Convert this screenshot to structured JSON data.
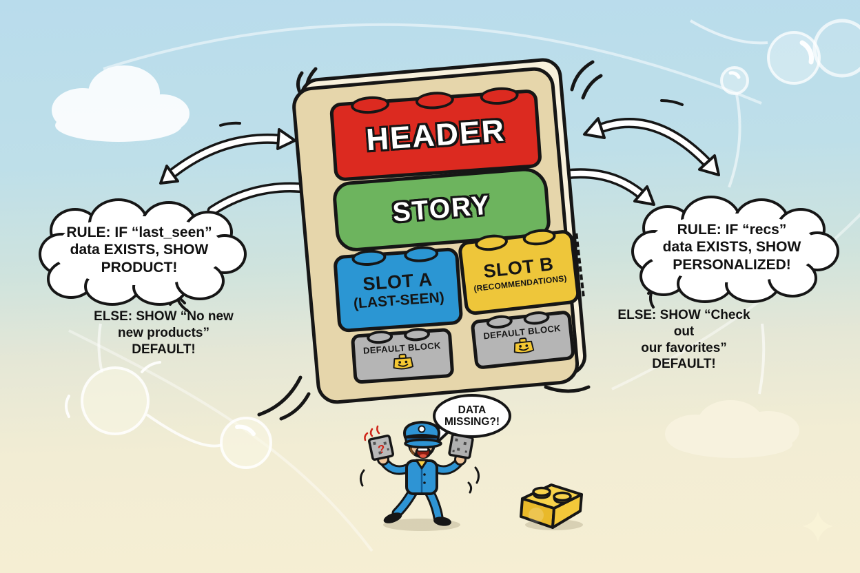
{
  "panel": {
    "blocks": {
      "header": {
        "label": "HEADER",
        "color": "#dc2a20"
      },
      "story": {
        "label": "STORY",
        "color": "#6db45e"
      },
      "slot_a": {
        "label": "SLOT A",
        "sublabel": "(LAST-SEEN)",
        "color": "#2b96d3"
      },
      "slot_b": {
        "label": "SLOT B",
        "sublabel": "(RECOMMENDATIONS)",
        "color": "#eec63a"
      },
      "default_left": {
        "label": "DEFAULT BLOCK",
        "icon": "smiley-icon",
        "color": "#b5b5b5"
      },
      "default_right": {
        "label": "DEFAULT BLOCK",
        "icon": "smiley-icon",
        "color": "#b5b5b5"
      }
    }
  },
  "annotations": {
    "left_rule": "RULE: IF “last_seen”\ndata EXISTS, SHOW\nPRODUCT!",
    "left_else": "ELSE: SHOW “No new\nnew products”\nDEFAULT!",
    "right_rule": "RULE: IF “recs”\ndata EXISTS, SHOW\nPERSONALIZED!",
    "right_else": "ELSE: SHOW “Check out\nour favorites”\nDEFAULT!",
    "speech": "DATA\nMISSING?!"
  },
  "character": {
    "description": "panicked conductor holding missing-data cubes",
    "question_mark": "?"
  },
  "colors": {
    "sky": "#b9dcec",
    "ground": "#f6eed3",
    "panel": "#f8f1dc",
    "panel_edge": "#e6d6ab",
    "header_red": "#dc2a20",
    "story_green": "#6db45e",
    "slot_a_blue": "#2b96d3",
    "slot_b_yellow": "#eec63a",
    "default_gray": "#b5b5b5",
    "outline": "#161616",
    "uniform_blue": "#2e94d4",
    "smiley_yellow": "#f5c832",
    "ground_brick_yellow": "#f7d24a"
  }
}
